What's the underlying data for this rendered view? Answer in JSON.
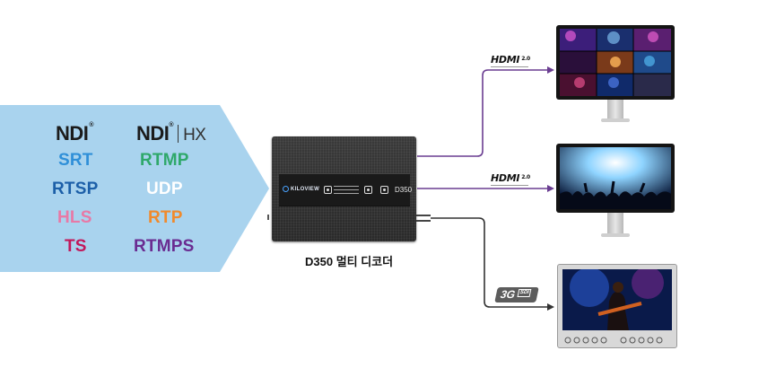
{
  "protocols": {
    "ndi": "NDI",
    "ndi_hx_left": "NDI",
    "ndi_hx_right": "HX",
    "srt": "SRT",
    "rtmp": "RTMP",
    "rtsp": "RTSP",
    "udp": "UDP",
    "hls": "HLS",
    "rtp": "RTP",
    "ts": "TS",
    "rtmps": "RTMPS"
  },
  "colors": {
    "arrow_fill": "#a9d3ee",
    "srt": "#2f8fd8",
    "rtmp": "#2fa86a",
    "rtsp": "#1c5fa8",
    "udp": "#ffffff",
    "hls": "#e879a6",
    "rtp": "#f08a2c",
    "ts": "#c2185b",
    "rtmps": "#6a2c91",
    "hdmi_line": "#6a3d91",
    "sdi_line": "#333333"
  },
  "device": {
    "brand": "KILOVIEW",
    "model": "D350",
    "caption": "D350 멀티 디코더"
  },
  "outputs": {
    "hdmi_top": {
      "label": "HDMI",
      "version": "2.0"
    },
    "hdmi_mid": {
      "label": "HDMI",
      "version": "2.0"
    },
    "sdi": {
      "label": "3G",
      "sub": "SDI"
    }
  }
}
